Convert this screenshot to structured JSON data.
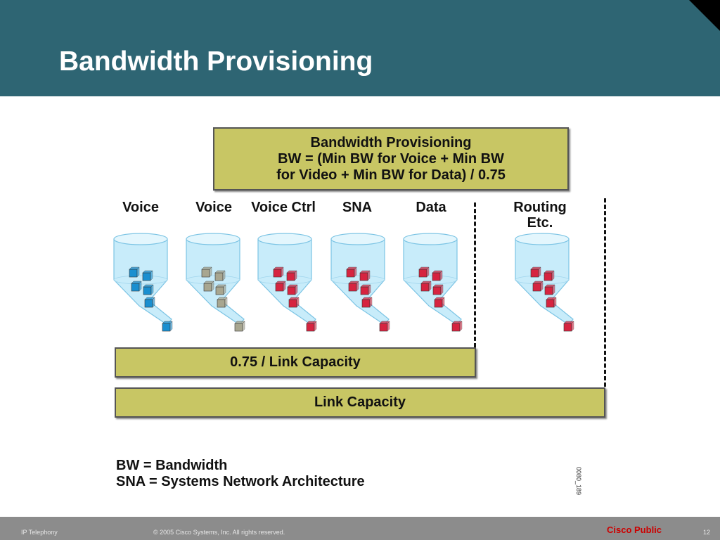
{
  "header": {
    "title": "Bandwidth Provisioning"
  },
  "diagram": {
    "top_box": {
      "line1": "Bandwidth Provisioning",
      "line2": "BW = (Min BW for Voice + Min BW",
      "line3": "for Video + Min BW for Data) / 0.75"
    },
    "queues": [
      {
        "label": "Voice",
        "color": "#1a8fd0"
      },
      {
        "label": "Voice",
        "color": "#a8a690"
      },
      {
        "label": "Voice Ctrl",
        "color": "#d62440"
      },
      {
        "label": "SNA",
        "color": "#d62440"
      },
      {
        "label": "Data",
        "color": "#d62440"
      },
      {
        "label": "Routing Etc.",
        "color": "#d62440"
      }
    ],
    "capacity_box": "0.75 / Link Capacity",
    "link_box": "Link Capacity",
    "code": "0080_189"
  },
  "legend": {
    "line1": "BW = Bandwidth",
    "line2": "SNA = Systems Network Architecture"
  },
  "footer": {
    "left": "IP Telephony",
    "copyright": "© 2005 Cisco Systems, Inc. All rights reserved.",
    "classification": "Cisco Public",
    "page": "12"
  }
}
